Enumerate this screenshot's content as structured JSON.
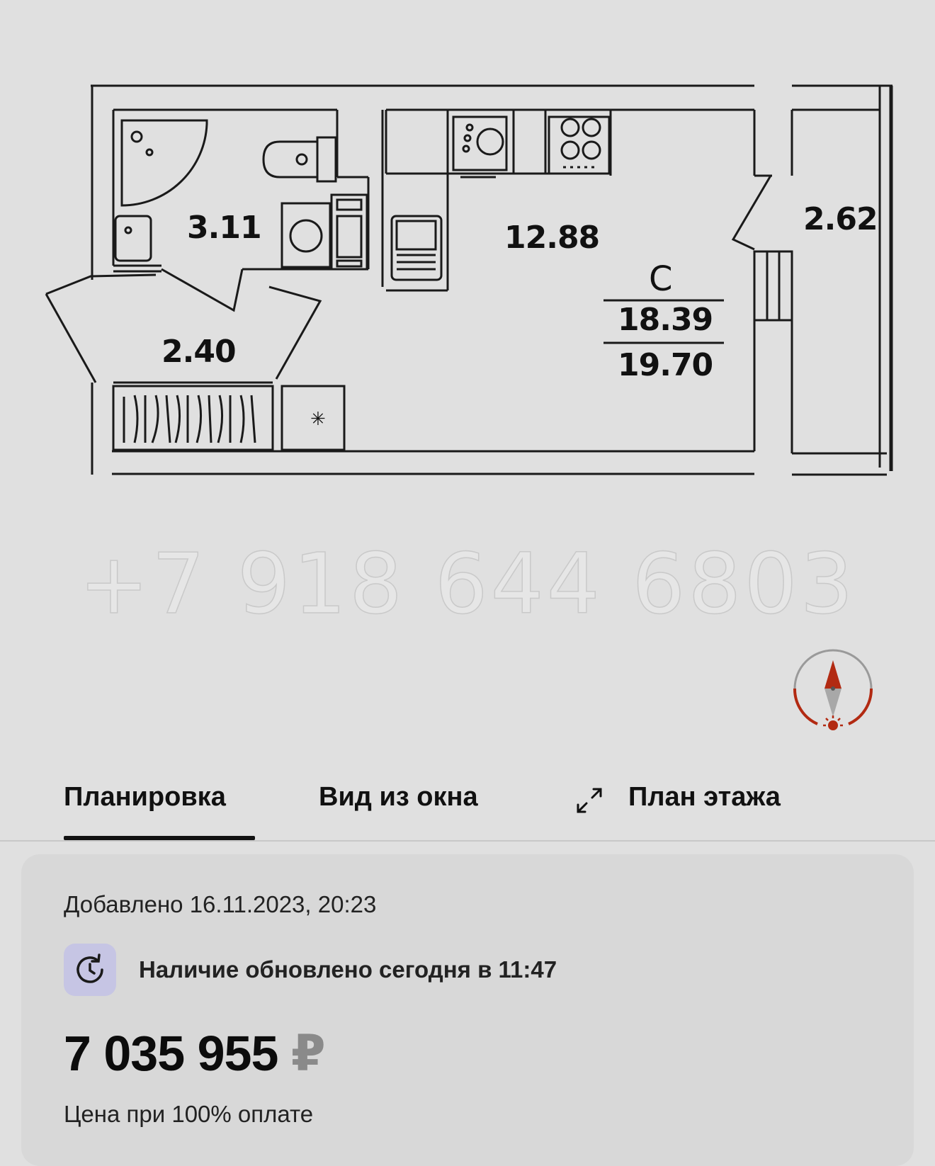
{
  "floor_plan": {
    "rooms": {
      "bathroom_area": "3.11",
      "kitchen_area": "12.88",
      "hall_area": "2.40",
      "balcony_area": "2.62",
      "type_label": "С",
      "living_area": "18.39",
      "total_area": "19.70"
    },
    "watermark": "+7 918 644 6803"
  },
  "tabs": [
    {
      "label": "Планировка",
      "active": true
    },
    {
      "label": "Вид из окна",
      "active": false
    },
    {
      "label": "План этажа",
      "active": false
    }
  ],
  "info": {
    "added": "Добавлено 16.11.2023, 20:23",
    "availability": "Наличие обновлено сегодня в 11:47",
    "price": "7 035 955",
    "currency": "₽",
    "price_note": "Цена при 100% оплате"
  },
  "colors": {
    "background": "#e0e0e0",
    "card": "#d8d8d8",
    "compass_accent": "#b22a12",
    "status_icon_bg": "#c6c5e4"
  },
  "icons": {
    "compass": "compass-icon",
    "expand": "expand-icon",
    "status": "refresh-clock-icon"
  }
}
